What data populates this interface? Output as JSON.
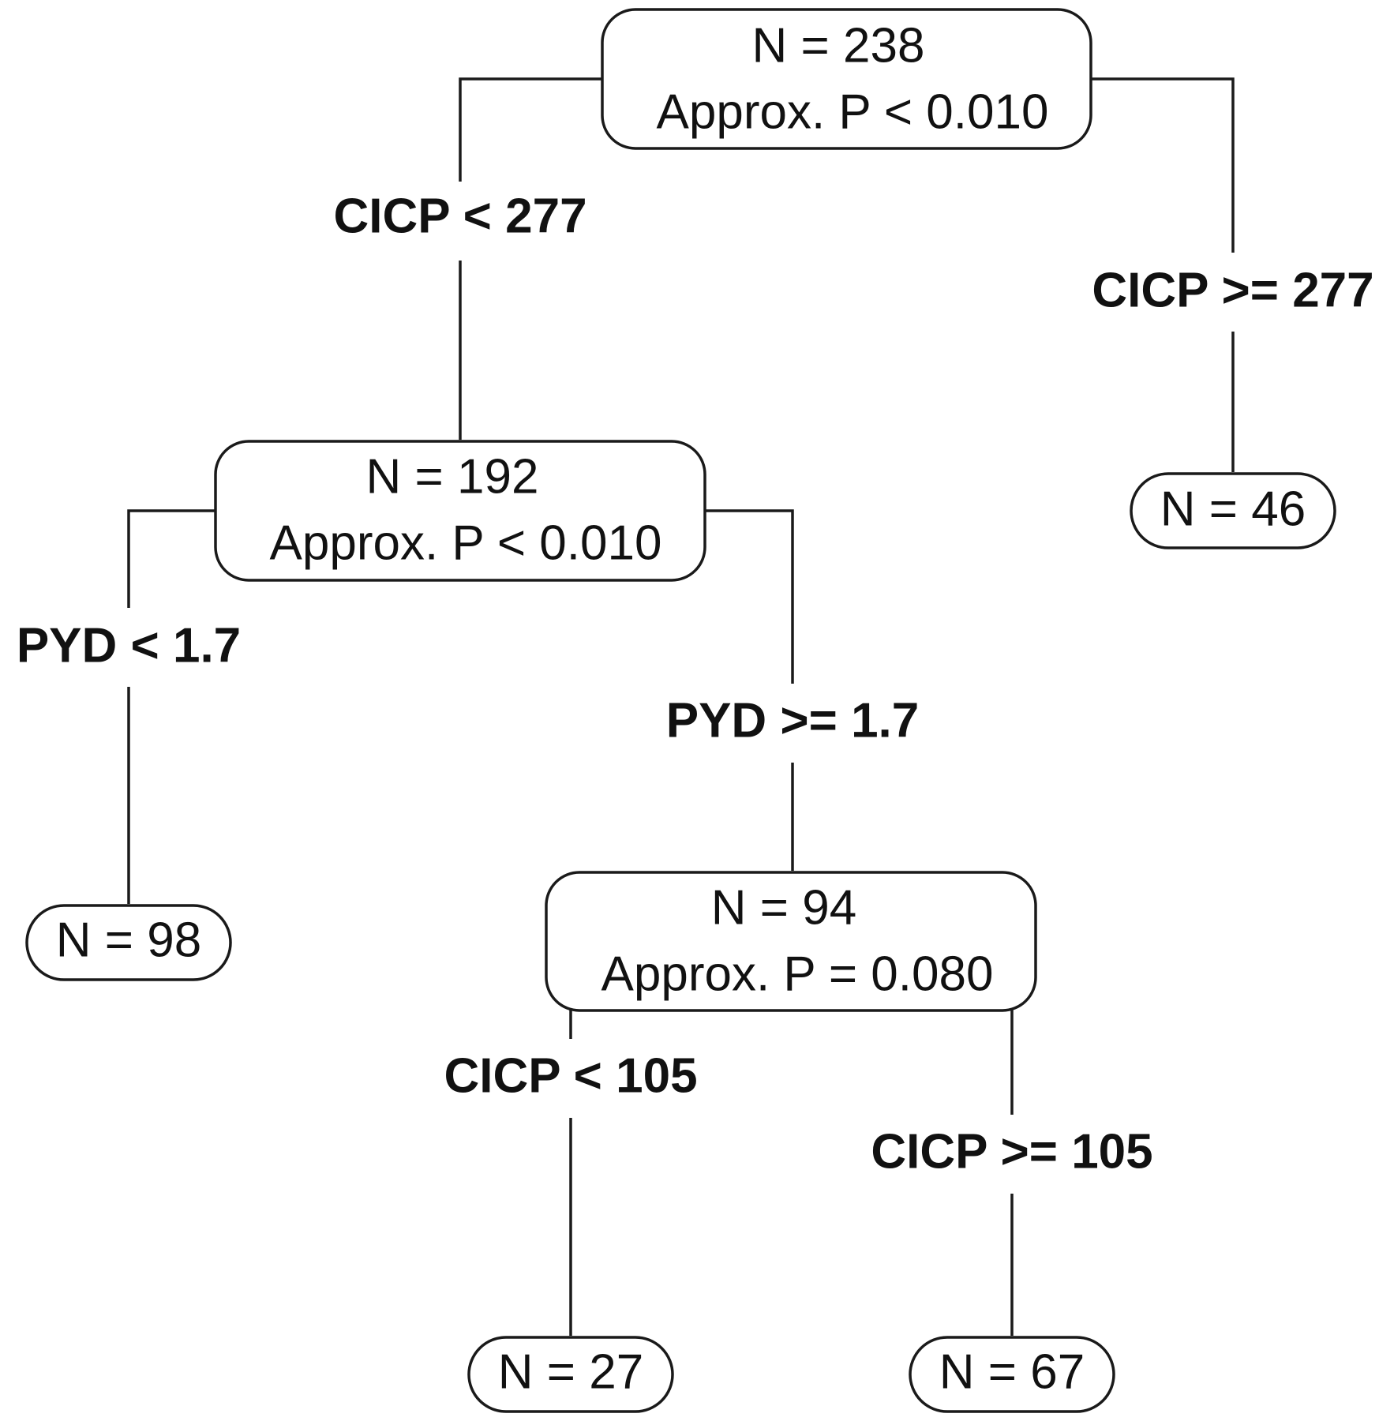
{
  "nodes": {
    "root": {
      "n": "N = 238",
      "p": "Approx. P < 0.010"
    },
    "left": {
      "n": "N = 192",
      "p": "Approx. P < 0.010"
    },
    "leaf_right": {
      "n": "N = 46"
    },
    "leaf_far_left": {
      "n": "N = 98"
    },
    "mid": {
      "n": "N = 94",
      "p": "Approx. P = 0.080"
    },
    "leaf_bottom_left": {
      "n": "N = 27"
    },
    "leaf_bottom_right": {
      "n": "N = 67"
    }
  },
  "splits": {
    "root_left": "CICP < 277",
    "root_right": "CICP >= 277",
    "left_left": "PYD < 1.7",
    "left_right": "PYD >= 1.7",
    "mid_left": "CICP < 105",
    "mid_right": "CICP >= 105"
  },
  "colors": {
    "line": "#1a1a1a",
    "text": "#111111",
    "background": "#ffffff"
  }
}
